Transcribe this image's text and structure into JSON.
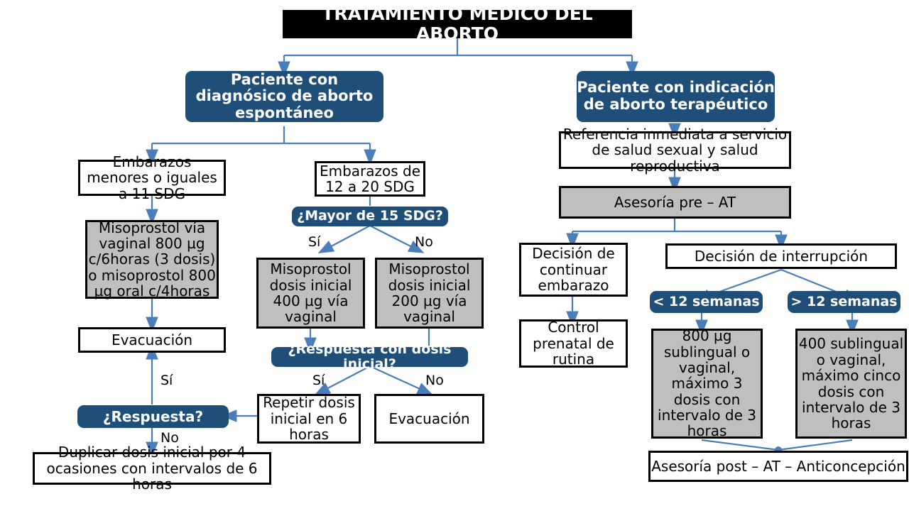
{
  "title": {
    "text": "TRATAMIENTO MÉDICO DEL ABORTO",
    "bg": "#000000",
    "fg": "#ffffff"
  },
  "colors": {
    "decision_blue": "#1f4e79",
    "connector_blue": "#4a7ebb",
    "gray_fill": "#bfbfbf",
    "border_black": "#000000",
    "page_bg": "#ffffff"
  },
  "branches": {
    "left": {
      "header": "Paciente con diagnósico de aborto espontáneo",
      "nodes": {
        "n_11sdg": "Embarazos menores o iguales a 11 SDG",
        "n_miso_vag": "Misoprostol vía vaginal 800 µg c/6horas (3 dosis) o misoprostol 800 µg oral c/4horas",
        "n_evacuacion_1": "Evacuación",
        "n_respuesta": "¿Respuesta?",
        "n_duplicar": "Duplicar dosis inicial por 4 ocasiones con intervalos de 6 horas",
        "n_12_20sdg": "Embarazos de 12 a 20 SDG",
        "n_mayor15": "¿Mayor de 15 SDG?",
        "n_miso_400": "Misoprostol dosis inicial 400 µg vía vaginal",
        "n_miso_200": "Misoprostol dosis inicial 200 µg vía vaginal",
        "n_resp_dosis": "¿Respuesta con dosis inicial?",
        "n_repetir": "Repetir dosis inicial en 6 horas",
        "n_evacuacion_2": "Evacuación"
      },
      "edge_labels": {
        "mayor15_si": "Sí",
        "mayor15_no": "No",
        "respdosis_si": "Sí",
        "respdosis_no": "No",
        "respuesta_si": "Sí",
        "respuesta_no": "No"
      }
    },
    "right": {
      "header": "Paciente con indicación de aborto terapéutico",
      "nodes": {
        "n_referencia": "Referencia inmediata a servicio de salud sexual y salud reproductiva",
        "n_asesoria_pre": "Asesoría pre – AT",
        "n_continuar": "Decisión de continuar embarazo",
        "n_control": "Control prenatal de rutina",
        "n_interrupcion": "Decisión de interrupción",
        "n_menor12": "< 12 semanas",
        "n_mayor12": "> 12 semanas",
        "n_800ug": "800 µg sublingual o vaginal, máximo 3 dosis con intervalo de 3 horas",
        "n_400ug": "400 sublingual o vaginal, máximo cinco dosis con intervalo de 3 horas",
        "n_asesoria_post": "Asesoría post – AT – Anticoncepción"
      }
    }
  }
}
